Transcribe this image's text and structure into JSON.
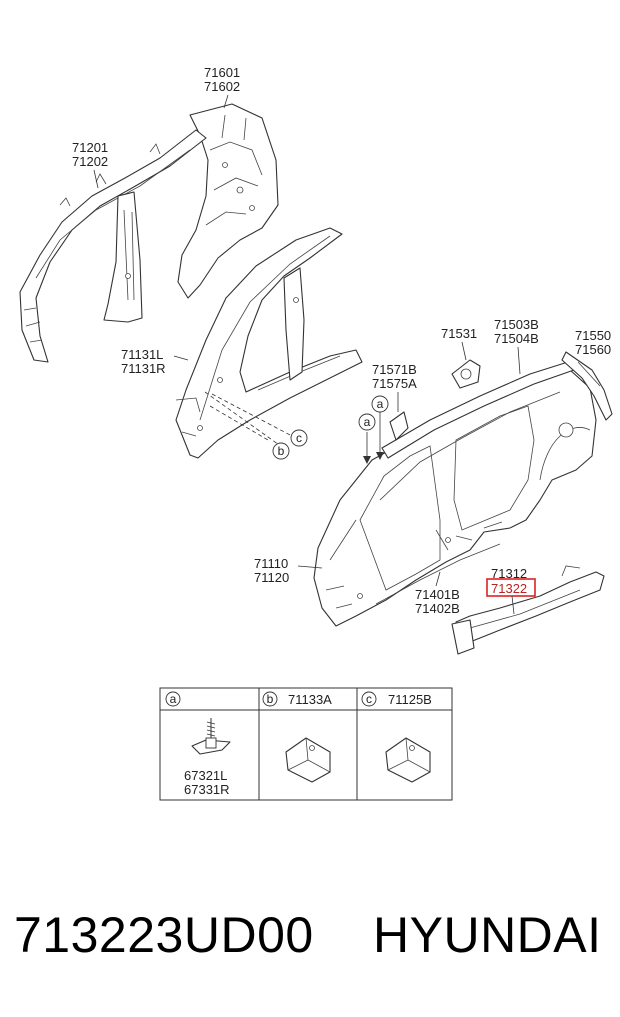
{
  "labels": {
    "p71601": "71601",
    "p71602": "71602",
    "p71201": "71201",
    "p71202": "71202",
    "p71131L": "71131L",
    "p71131R": "71131R",
    "p71531": "71531",
    "p71503B": "71503B",
    "p71504B": "71504B",
    "p71550": "71550",
    "p71560": "71560",
    "p71571B": "71571B",
    "p71575A": "71575A",
    "p71110": "71110",
    "p71120": "71120",
    "p71312": "71312",
    "p71322": "71322",
    "p71401B": "71401B",
    "p71402B": "71402B"
  },
  "callouts": {
    "a": "a",
    "b": "b",
    "c": "c"
  },
  "legend": {
    "a_letter": "a",
    "b_letter": "b",
    "b_part": "71133A",
    "c_letter": "c",
    "c_part": "71125B",
    "a_part1": "67321L",
    "a_part2": "67331R"
  },
  "highlight": {
    "part": "71322",
    "color": "#d22222"
  },
  "footer": {
    "part_number": "713223UD00",
    "brand": "HYUNDAI"
  }
}
